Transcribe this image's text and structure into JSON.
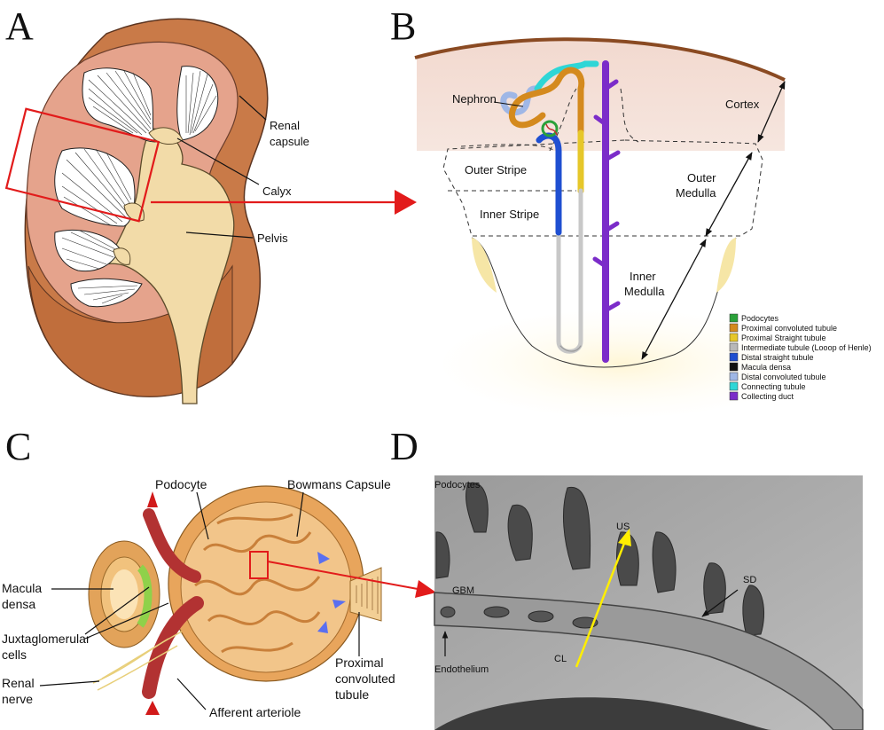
{
  "panels": {
    "a": {
      "letter": "A",
      "labels": {
        "renal_capsule_1": "Renal",
        "renal_capsule_2": "capsule",
        "calyx": "Calyx",
        "pelvis": "Pelvis"
      }
    },
    "b": {
      "letter": "B",
      "labels": {
        "nephron": "Nephron",
        "cortex": "Cortex",
        "outer_stripe": "Outer Stripe",
        "inner_stripe": "Inner Stripe",
        "outer_medulla_1": "Outer",
        "outer_medulla_2": "Medulla",
        "inner_medulla_1": "Inner",
        "inner_medulla_2": "Medulla"
      },
      "legend": [
        {
          "label": "Podocytes",
          "color": "#2aa13a"
        },
        {
          "label": "Proximal convoluted tubule",
          "color": "#d48a1e"
        },
        {
          "label": "Proximal Straight tubule",
          "color": "#e6c72a"
        },
        {
          "label": "Intermediate tubule (Looop of Henle)",
          "color": "#b8b8b8"
        },
        {
          "label": "Distal straight tubule",
          "color": "#1f4fd1"
        },
        {
          "label": "Macula densa",
          "color": "#111111"
        },
        {
          "label": "Distal convoluted tubule",
          "color": "#9fb7e6"
        },
        {
          "label": "Connecting tubule",
          "color": "#2fd6d6"
        },
        {
          "label": "Collecting duct",
          "color": "#7b2cc9"
        }
      ]
    },
    "c": {
      "letter": "C",
      "labels": {
        "podocyte": "Podocyte",
        "bowmans_capsule": "Bowmans Capsule",
        "macula_densa_1": "Macula",
        "macula_densa_2": "densa",
        "juxtaglomerular_1": "Juxtaglomerular",
        "juxtaglomerular_2": "cells",
        "renal_nerve_1": "Renal",
        "renal_nerve_2": "nerve",
        "afferent_arteriole": "Afferent arteriole",
        "proximal_1": "Proximal",
        "proximal_2": "convoluted",
        "proximal_3": "tubule"
      }
    },
    "d": {
      "letter": "D",
      "labels": {
        "podocytes": "Podocytes",
        "us": "US",
        "gbm": "GBM",
        "sd": "SD",
        "cl": "CL",
        "endothelium": "Endothelium"
      }
    }
  }
}
